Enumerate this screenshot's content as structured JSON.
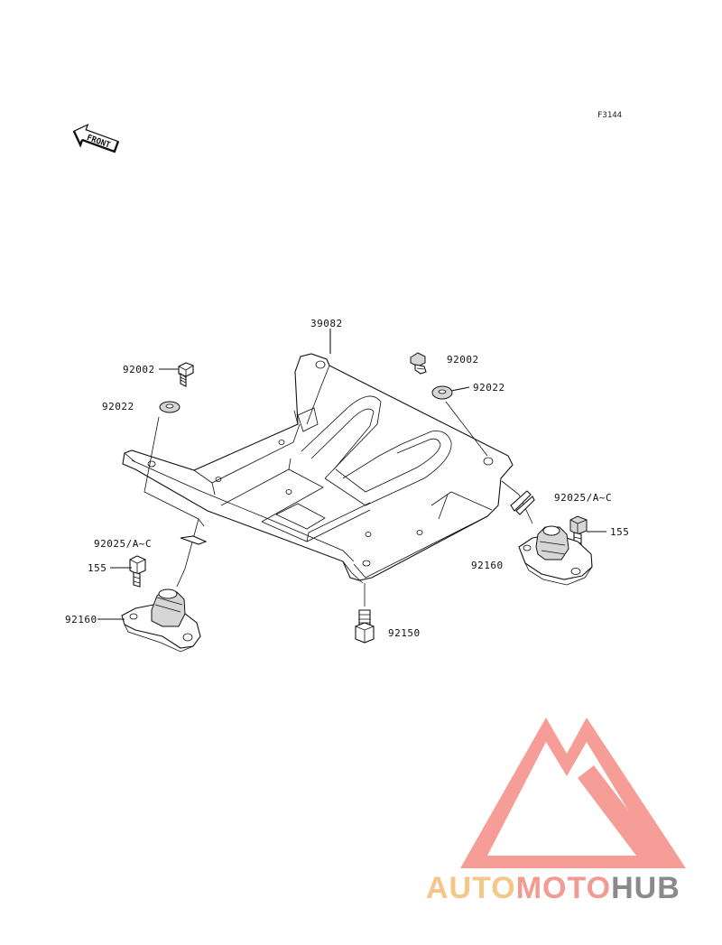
{
  "figure_ref": "F3144",
  "front_arrow": {
    "text": "FRONT",
    "icon": "front-direction-arrow-icon"
  },
  "callouts": {
    "frame": "39082",
    "bolt_left": "92002",
    "washer_left": "92022",
    "bolt_right": "92002",
    "washer_right": "92022",
    "pin_right": "92025/A~C",
    "bolt_155_right": "155",
    "mount_right": "92160",
    "pin_left": "92025/A~C",
    "bolt_155_left": "155",
    "mount_left": "92160",
    "bolt_center": "92150"
  },
  "watermark": {
    "part1": "AUTO",
    "part2": "MOTO",
    "part3": "HUB",
    "colors": {
      "auto": "#f5c58a",
      "moto": "#f39a92",
      "hub": "#8a8a8a",
      "logo": "#f27a72"
    }
  }
}
